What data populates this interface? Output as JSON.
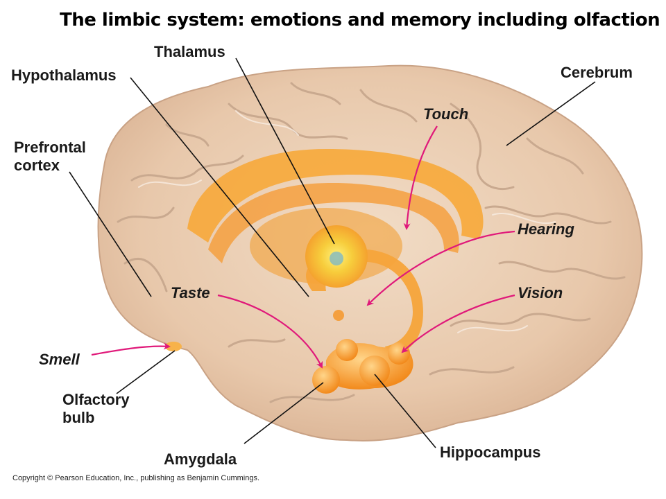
{
  "title": "The limbic system:  emotions and memory including olfaction",
  "labels": {
    "thalamus": "Thalamus",
    "hypothalamus": "Hypothalamus",
    "cerebrum": "Cerebrum",
    "touch": "Touch",
    "prefrontal_line1": "Prefrontal",
    "prefrontal_line2": "cortex",
    "hearing": "Hearing",
    "taste": "Taste",
    "vision": "Vision",
    "smell": "Smell",
    "olfactory_line1": "Olfactory",
    "olfactory_line2": "bulb",
    "amygdala": "Amygdala",
    "hippocampus": "Hippocampus"
  },
  "copyright": "Copyright © Pearson Education, Inc., publishing as Benjamin Cummings.",
  "colors": {
    "brain": "#e9cdb3",
    "limbic": "#f7a83a",
    "arrow": "#e0197a"
  }
}
